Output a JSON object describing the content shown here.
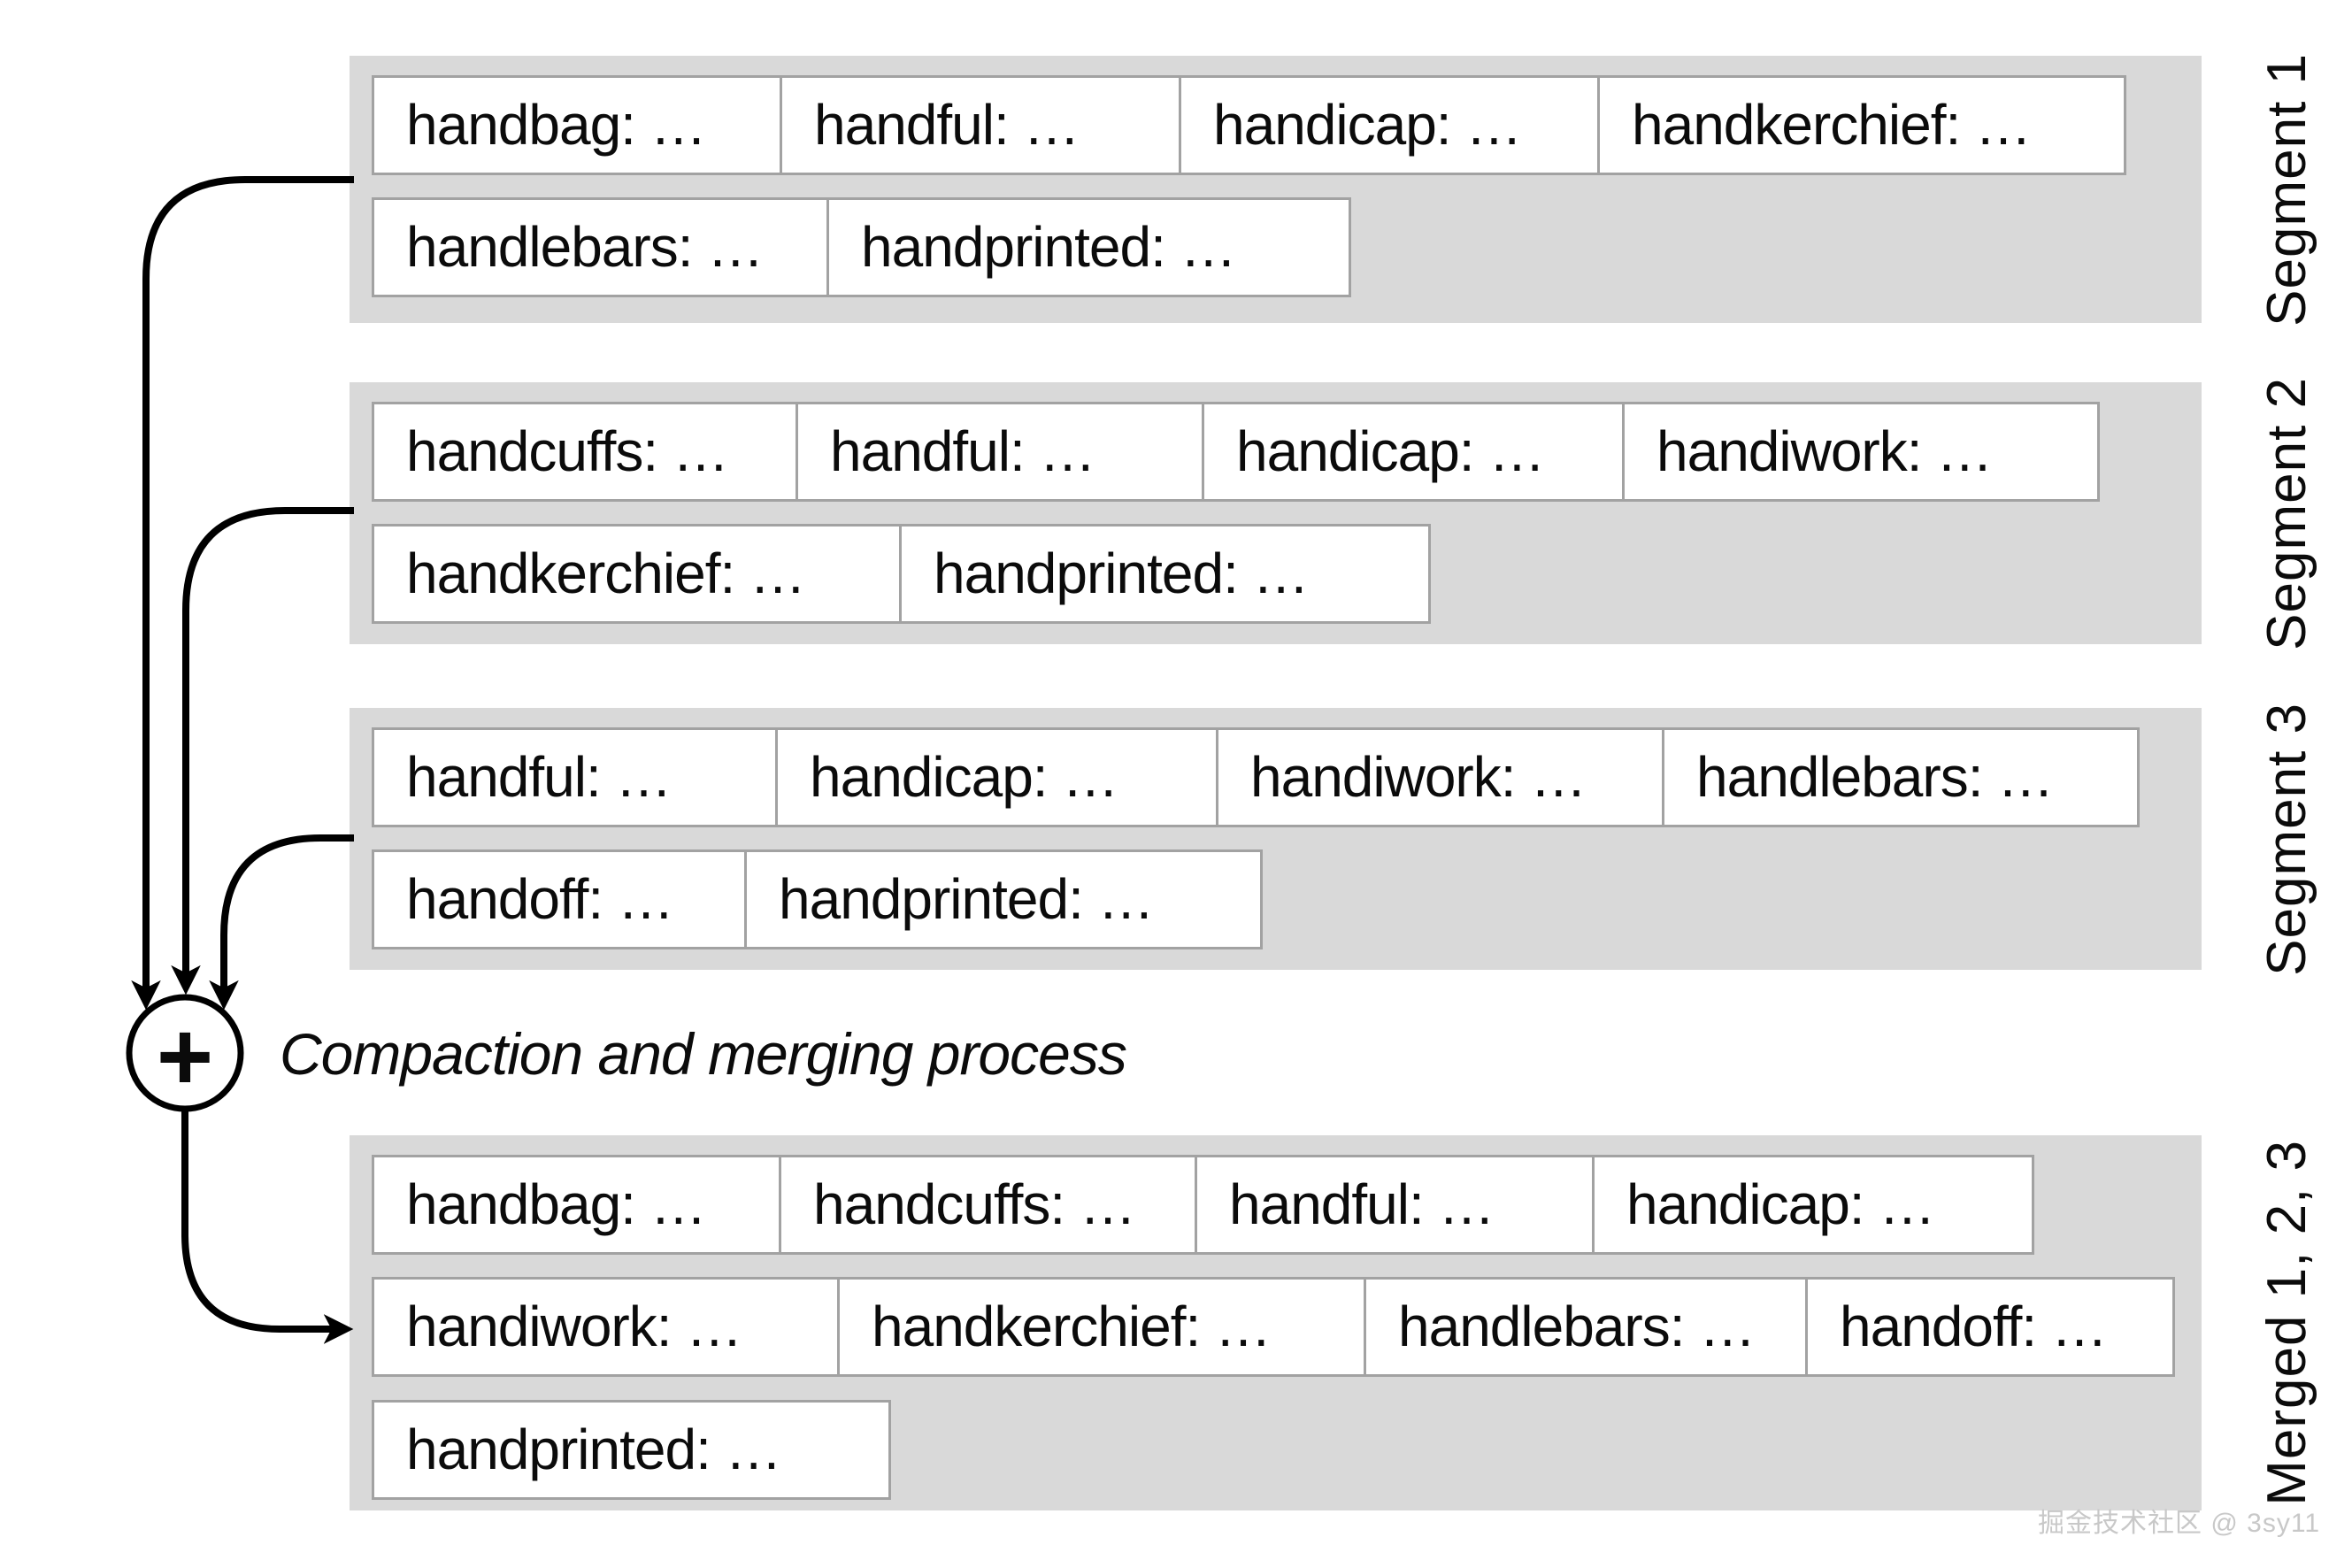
{
  "segments": [
    {
      "label": "Segment 1",
      "rows": [
        [
          "handbag: …",
          "handful: …",
          "handicap: …",
          "handkerchief: …"
        ],
        [
          "handlebars: …",
          "handprinted: …"
        ]
      ]
    },
    {
      "label": "Segment 2",
      "rows": [
        [
          "handcuffs: …",
          "handful: …",
          "handicap: …",
          "handiwork: …"
        ],
        [
          "handkerchief: …",
          "handprinted: …"
        ]
      ]
    },
    {
      "label": "Segment 3",
      "rows": [
        [
          "handful: …",
          "handicap: …",
          "handiwork: …",
          "handlebars: …"
        ],
        [
          "handoff: …",
          "handprinted: …"
        ]
      ]
    }
  ],
  "merged": {
    "label": "Merged 1, 2, 3",
    "rows": [
      [
        "handbag: …",
        "handcuffs: …",
        "handful: …",
        "handicap: …"
      ],
      [
        "handiwork: …",
        "handkerchief: …",
        "handlebars: …",
        "handoff: …"
      ],
      [
        "handprinted: …"
      ]
    ]
  },
  "merge_node": {
    "symbol": "+",
    "caption": "Compaction and merging process"
  },
  "watermark": {
    "text": "掘金技术社区 @ 3sy11"
  },
  "colors": {
    "panel_bg": "#d9d9d9",
    "box_bg": "#ffffff",
    "box_border": "#a2a2a2",
    "line": "#000000",
    "text": "#0b0b0b",
    "watermark": "#c8c8c8"
  }
}
